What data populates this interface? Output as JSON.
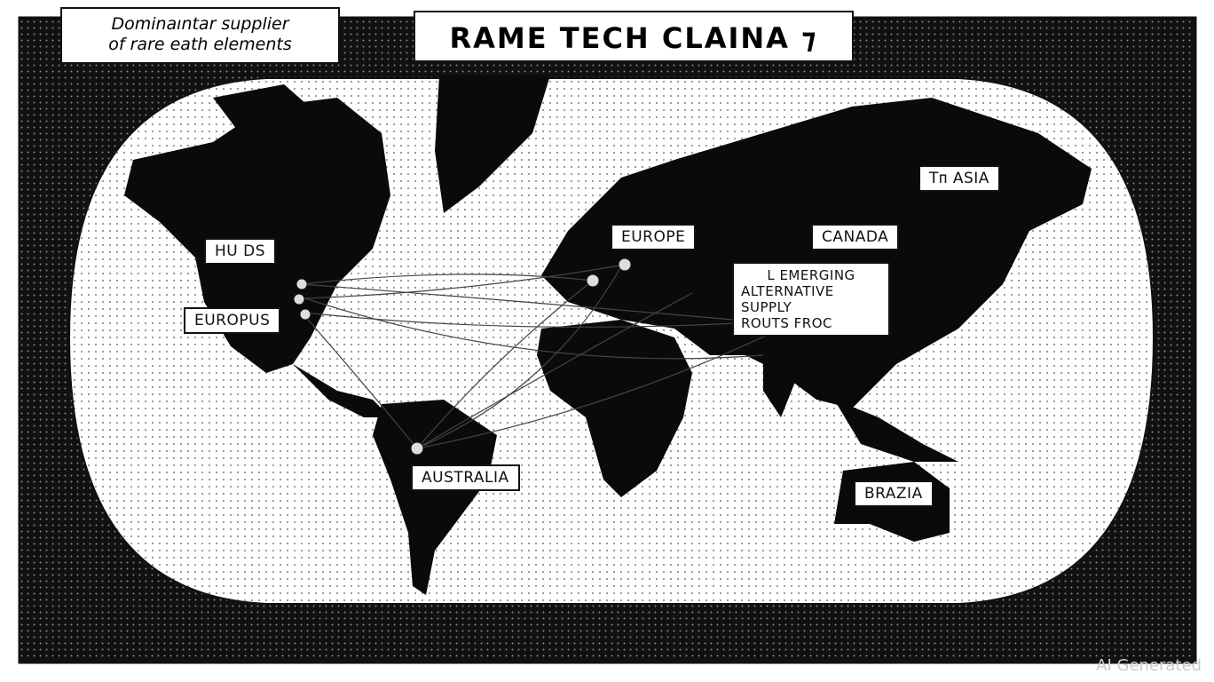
{
  "caption": {
    "line1": "Dominaıntar supplier",
    "line2": "of rare eath elements"
  },
  "title": {
    "text": "RAME TECH CLAINA",
    "mark": "⁊"
  },
  "labels": {
    "hu_ds": "HU DS",
    "europus": "EUROPUS",
    "europe": "EUROPE",
    "canada": "CANADA",
    "asia": "Tᴨ ASIA",
    "emerging_line1": "L EMERGING",
    "emerging_line2": "ALTERNATIVE SUPPLY",
    "emerging_line3": "ROUTS FROC",
    "australia": "AUSTRALIA",
    "brazia": "BRAZIA"
  },
  "watermark": "AI Generated",
  "colors": {
    "ink": "#111111",
    "paper": "#ffffff"
  }
}
